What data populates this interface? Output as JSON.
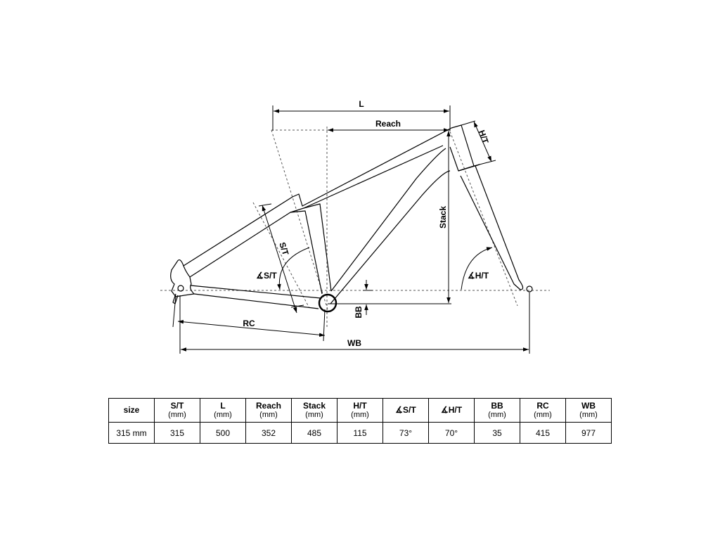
{
  "labels": {
    "L": "L",
    "reach": "Reach",
    "ht": "H/T",
    "stack": "Stack",
    "st": "S/T",
    "st_angle": "∡S/T",
    "ht_angle": "∡H/T",
    "rc": "RC",
    "bb": "BB",
    "wb": "WB"
  },
  "table": {
    "headers": [
      {
        "name": "size",
        "unit": ""
      },
      {
        "name": "S/T",
        "unit": "(mm)"
      },
      {
        "name": "L",
        "unit": "(mm)"
      },
      {
        "name": "Reach",
        "unit": "(mm)"
      },
      {
        "name": "Stack",
        "unit": "(mm)"
      },
      {
        "name": "H/T",
        "unit": "(mm)"
      },
      {
        "name": "∡S/T",
        "unit": ""
      },
      {
        "name": "∡H/T",
        "unit": ""
      },
      {
        "name": "BB",
        "unit": "(mm)"
      },
      {
        "name": "RC",
        "unit": "(mm)"
      },
      {
        "name": "WB",
        "unit": "(mm)"
      }
    ],
    "rows": [
      [
        "315 mm",
        "315",
        "500",
        "352",
        "485",
        "115",
        "73°",
        "70°",
        "35",
        "415",
        "977"
      ]
    ]
  }
}
